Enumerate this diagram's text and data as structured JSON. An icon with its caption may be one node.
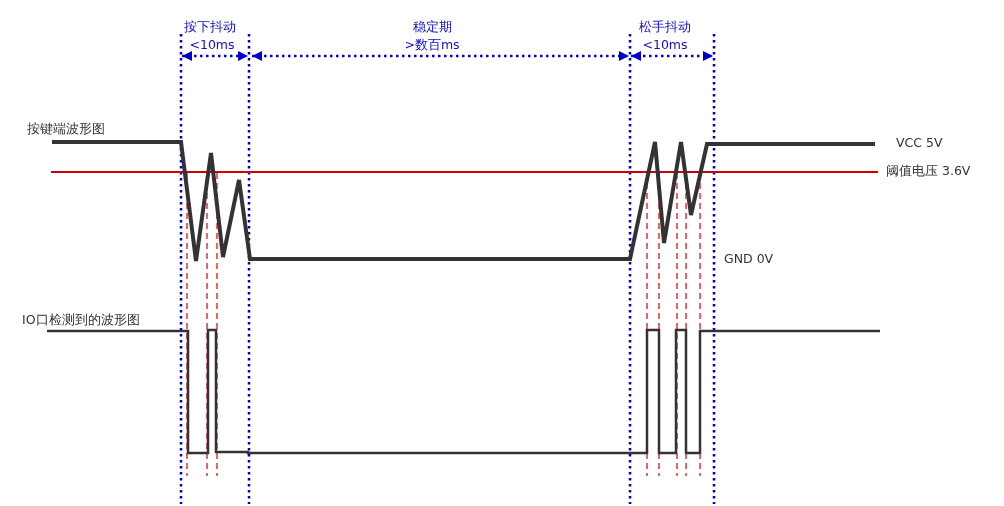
{
  "diagram": {
    "labels": [
      "按下抖动",
      "<10ms",
      "稳定期",
      ">数百ms",
      "松手抖动",
      "<10ms",
      "按键端波形图",
      "VCC 5V",
      "阈值电压 3.6V",
      "GND 0V",
      "IO口检测到的波形图"
    ]
  }
}
